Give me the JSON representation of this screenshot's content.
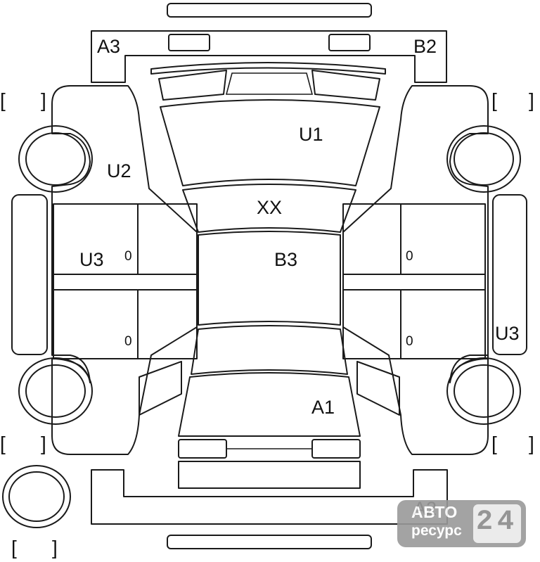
{
  "diagram": {
    "codes": {
      "front_left_fender": "A3",
      "front_right_fender": "B2",
      "hood": "U1",
      "left_front_door_area": "U2",
      "left_door": "U3",
      "right_door": "U3",
      "cowl": "XX",
      "roof": "B3",
      "trunk": "A1",
      "rear_bumper": "A2"
    },
    "door_marks": [
      "0",
      "0",
      "0",
      "0"
    ],
    "brackets": {
      "open": "[",
      "close": "]"
    }
  },
  "logo": {
    "word1": "АВТО",
    "word2": "ресурс",
    "number": "24"
  }
}
